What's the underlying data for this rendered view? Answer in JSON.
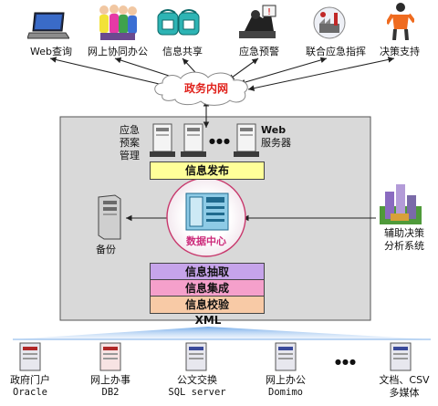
{
  "top_nodes": [
    {
      "label": "Web查询",
      "icon": "laptop-icon"
    },
    {
      "label": "网上协同办公",
      "icon": "people-icon"
    },
    {
      "label": "信息共享",
      "icon": "telephone-icon"
    },
    {
      "label": "应急预警",
      "icon": "alarm-worker-icon"
    },
    {
      "label": "联合应急指挥",
      "icon": "command-factory-icon"
    },
    {
      "label": "决策支持",
      "icon": "person-orange-icon"
    }
  ],
  "cloud_label": "政务内网",
  "server_group": {
    "left_label_lines": [
      "应急",
      "预案",
      "管理"
    ],
    "right_label_lines": [
      "Web",
      "服务器"
    ],
    "ellipsis": "●●●"
  },
  "publish_label": "信息发布",
  "data_center_label": "数据中心",
  "backup_label": "备份",
  "decision_label_lines": [
    "辅助决策",
    "分析系统"
  ],
  "pipeline": [
    {
      "label": "信息抽取",
      "color": "#c6a4ea"
    },
    {
      "label": "信息集成",
      "color": "#f5a0cb"
    },
    {
      "label": "信息校验",
      "color": "#f8caa6"
    }
  ],
  "xml_label": "XML",
  "sources": [
    {
      "line1": "政府门户",
      "line2": "Oracle"
    },
    {
      "line1": "网上办事",
      "line2": "DB2"
    },
    {
      "line1": "公文交换",
      "line2": "SQL server"
    },
    {
      "line1": "网上办公",
      "line2": "Domimo"
    },
    {
      "line1": "文档、CSV",
      "line2": "多媒体"
    }
  ],
  "sources_ellipsis": "●●●",
  "colors": {
    "panel_fill": "#d9d9d9",
    "publish_fill": "#ffff99",
    "cloud_text": "#e0221c",
    "data_center_text": "#cc2a7a",
    "arrow": "#222222"
  }
}
